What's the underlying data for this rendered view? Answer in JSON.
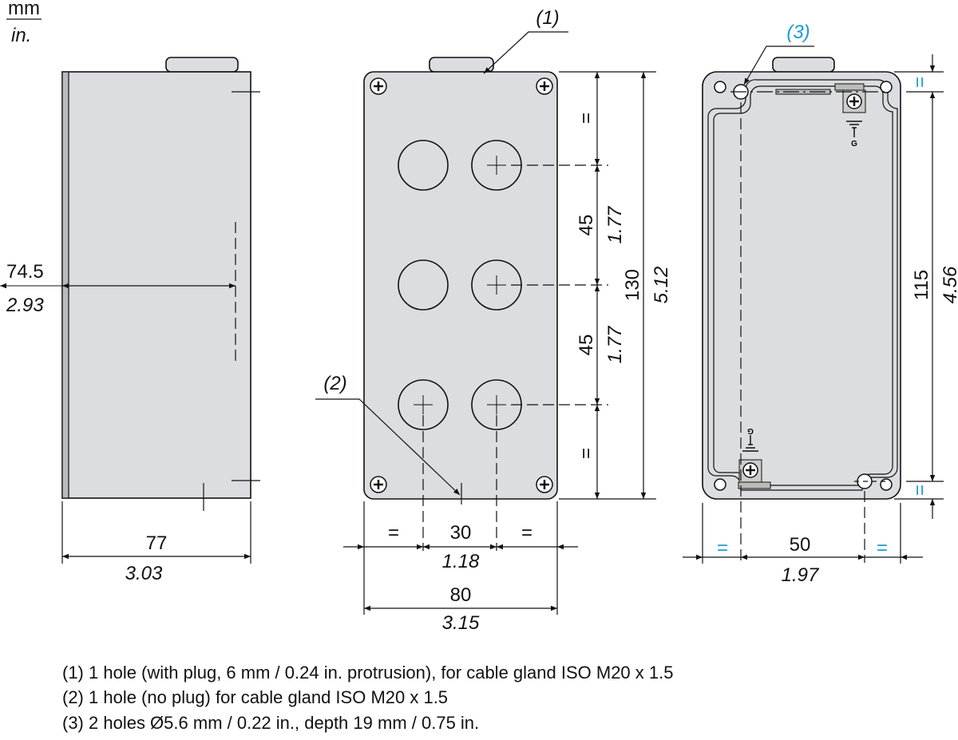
{
  "units": {
    "mm": "mm",
    "in": "in."
  },
  "side_view": {
    "height_mm": "74.5",
    "height_in": "2.93",
    "width_mm": "77",
    "width_in": "3.03"
  },
  "front_view": {
    "callout_1": "(1)",
    "callout_2": "(2)",
    "top_eq": "=",
    "pitch1_mm": "45",
    "pitch1_in": "1.77",
    "pitch2_mm": "45",
    "pitch2_in": "1.77",
    "bottom_eq": "=",
    "height_mm": "130",
    "height_in": "5.12",
    "left_eq": "=",
    "spacing_mm": "30",
    "spacing_in": "1.18",
    "right_eq": "=",
    "width_mm": "80",
    "width_in": "3.15"
  },
  "back_view": {
    "callout_3": "(3)",
    "ground_label_top": "G",
    "ground_label_bottom": "G",
    "top_eq": "=",
    "bottom_eq": "=",
    "height_mm": "115",
    "height_in": "4.56",
    "left_eq": "=",
    "spacing_mm": "50",
    "spacing_in": "1.97",
    "right_eq": "="
  },
  "notes": [
    "(1) 1 hole (with plug, 6 mm / 0.24 in. protrusion), for cable gland ISO M20 x 1.5",
    "(2) 1 hole (no plug) for cable gland ISO M20 x 1.5",
    "(3) 2 holes Ø5.6 mm / 0.22 in., depth 19 mm / 0.75 in."
  ],
  "colors": {
    "accent": "#1a9bd7",
    "box": "#dcdde0"
  }
}
